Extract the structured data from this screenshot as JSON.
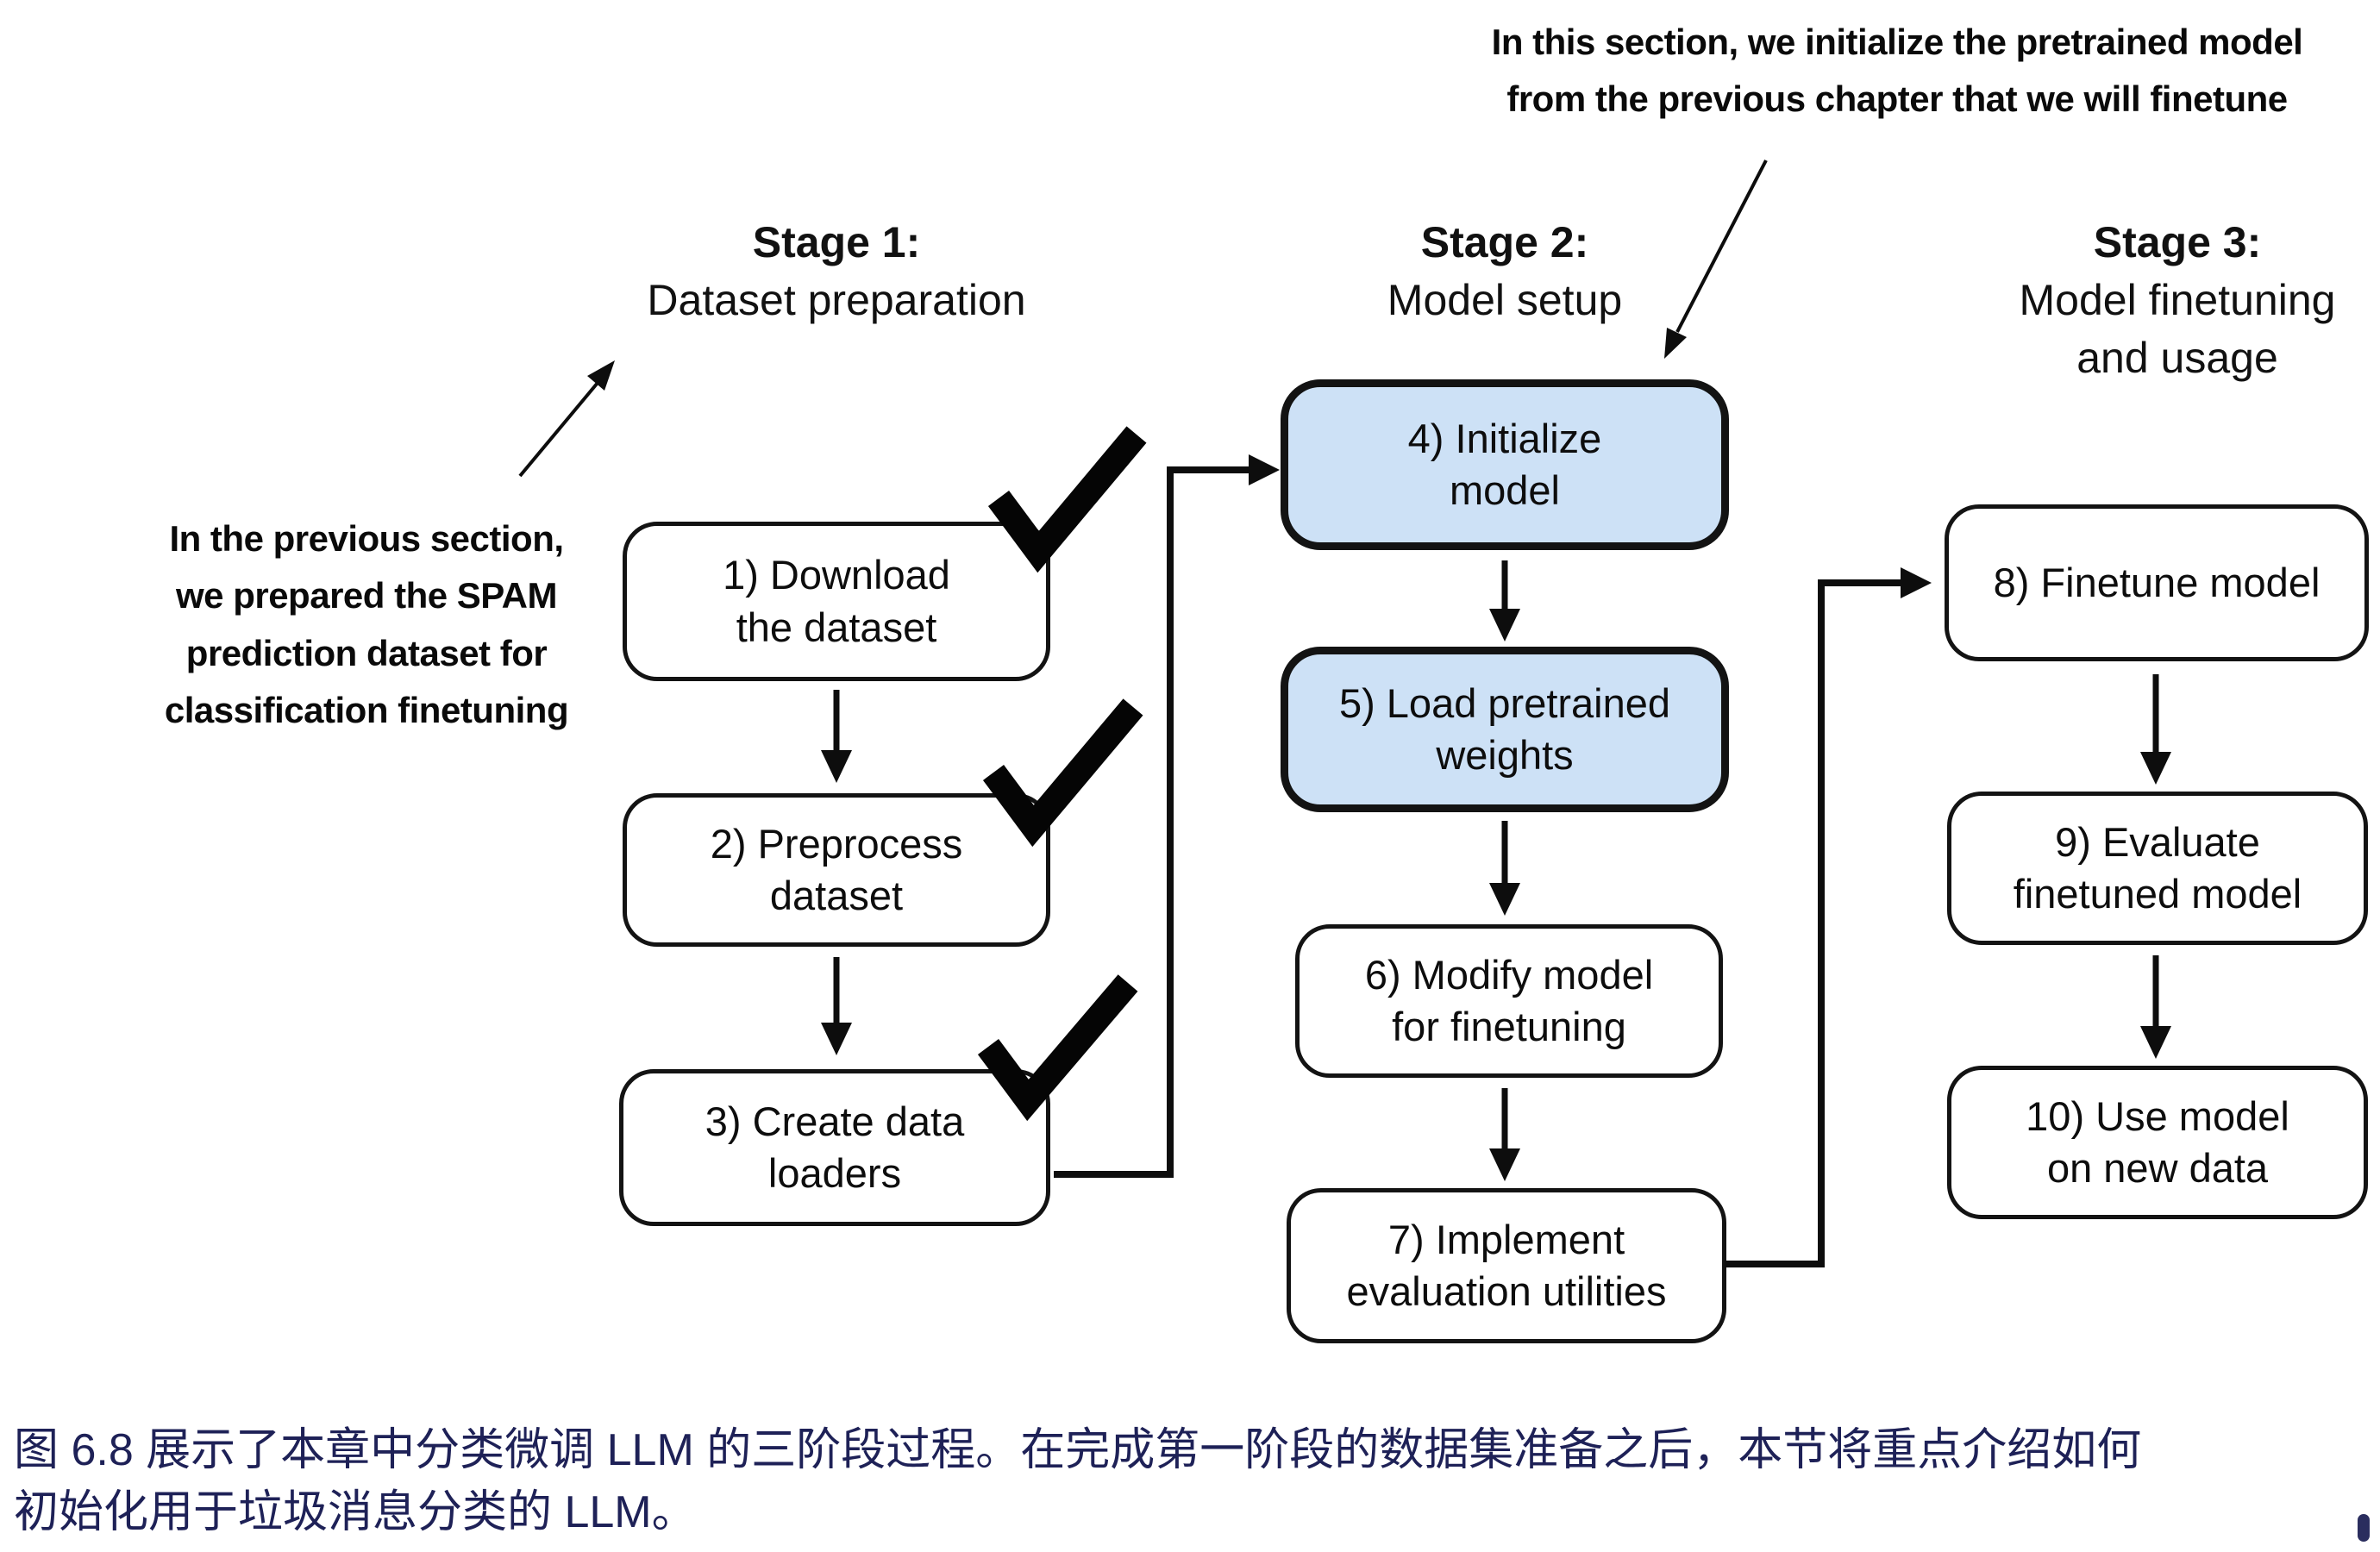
{
  "annotations": {
    "top": {
      "lines": [
        "In this section, we initialize the pretrained model",
        "from the previous chapter that we will finetune"
      ]
    },
    "left": {
      "lines": [
        "In the previous section,",
        "we prepared the SPAM",
        "prediction dataset for",
        "classification finetuning"
      ]
    }
  },
  "stages": [
    {
      "title": "Stage 1:",
      "subtitle_lines": [
        "Dataset preparation"
      ]
    },
    {
      "title": "Stage 2:",
      "subtitle_lines": [
        "Model setup"
      ]
    },
    {
      "title": "Stage 3:",
      "subtitle_lines": [
        "Model finetuning",
        "and usage"
      ]
    }
  ],
  "boxes": [
    {
      "id": 1,
      "lines": [
        "1) Download",
        "the dataset"
      ],
      "highlighted": false,
      "checked": true
    },
    {
      "id": 2,
      "lines": [
        "2) Preprocess",
        "dataset"
      ],
      "highlighted": false,
      "checked": true
    },
    {
      "id": 3,
      "lines": [
        "3) Create data",
        "loaders"
      ],
      "highlighted": false,
      "checked": true
    },
    {
      "id": 4,
      "lines": [
        "4) Initialize",
        "model"
      ],
      "highlighted": true,
      "checked": false
    },
    {
      "id": 5,
      "lines": [
        "5) Load pretrained",
        "weights"
      ],
      "highlighted": true,
      "checked": false
    },
    {
      "id": 6,
      "lines": [
        "6) Modify model",
        "for finetuning"
      ],
      "highlighted": false,
      "checked": false
    },
    {
      "id": 7,
      "lines": [
        "7) Implement",
        "evaluation utilities"
      ],
      "highlighted": false,
      "checked": false
    },
    {
      "id": 8,
      "lines": [
        "8) Finetune model"
      ],
      "highlighted": false,
      "checked": false
    },
    {
      "id": 9,
      "lines": [
        "9) Evaluate",
        "finetuned model"
      ],
      "highlighted": false,
      "checked": false
    },
    {
      "id": 10,
      "lines": [
        "10) Use model",
        "on new data"
      ],
      "highlighted": false,
      "checked": false
    }
  ],
  "caption": {
    "lines": [
      "图 6.8 展示了本章中分类微调 LLM 的三阶段过程。在完成第一阶段的数据集准备之后，本节将重点介绍如何",
      "初始化用于垃圾消息分类的 LLM。"
    ]
  },
  "colors": {
    "highlight_fill": "#cde1f6",
    "box_border": "#131313",
    "arrow_black": "#0d0d0d",
    "caption_text": "#1e2157"
  }
}
